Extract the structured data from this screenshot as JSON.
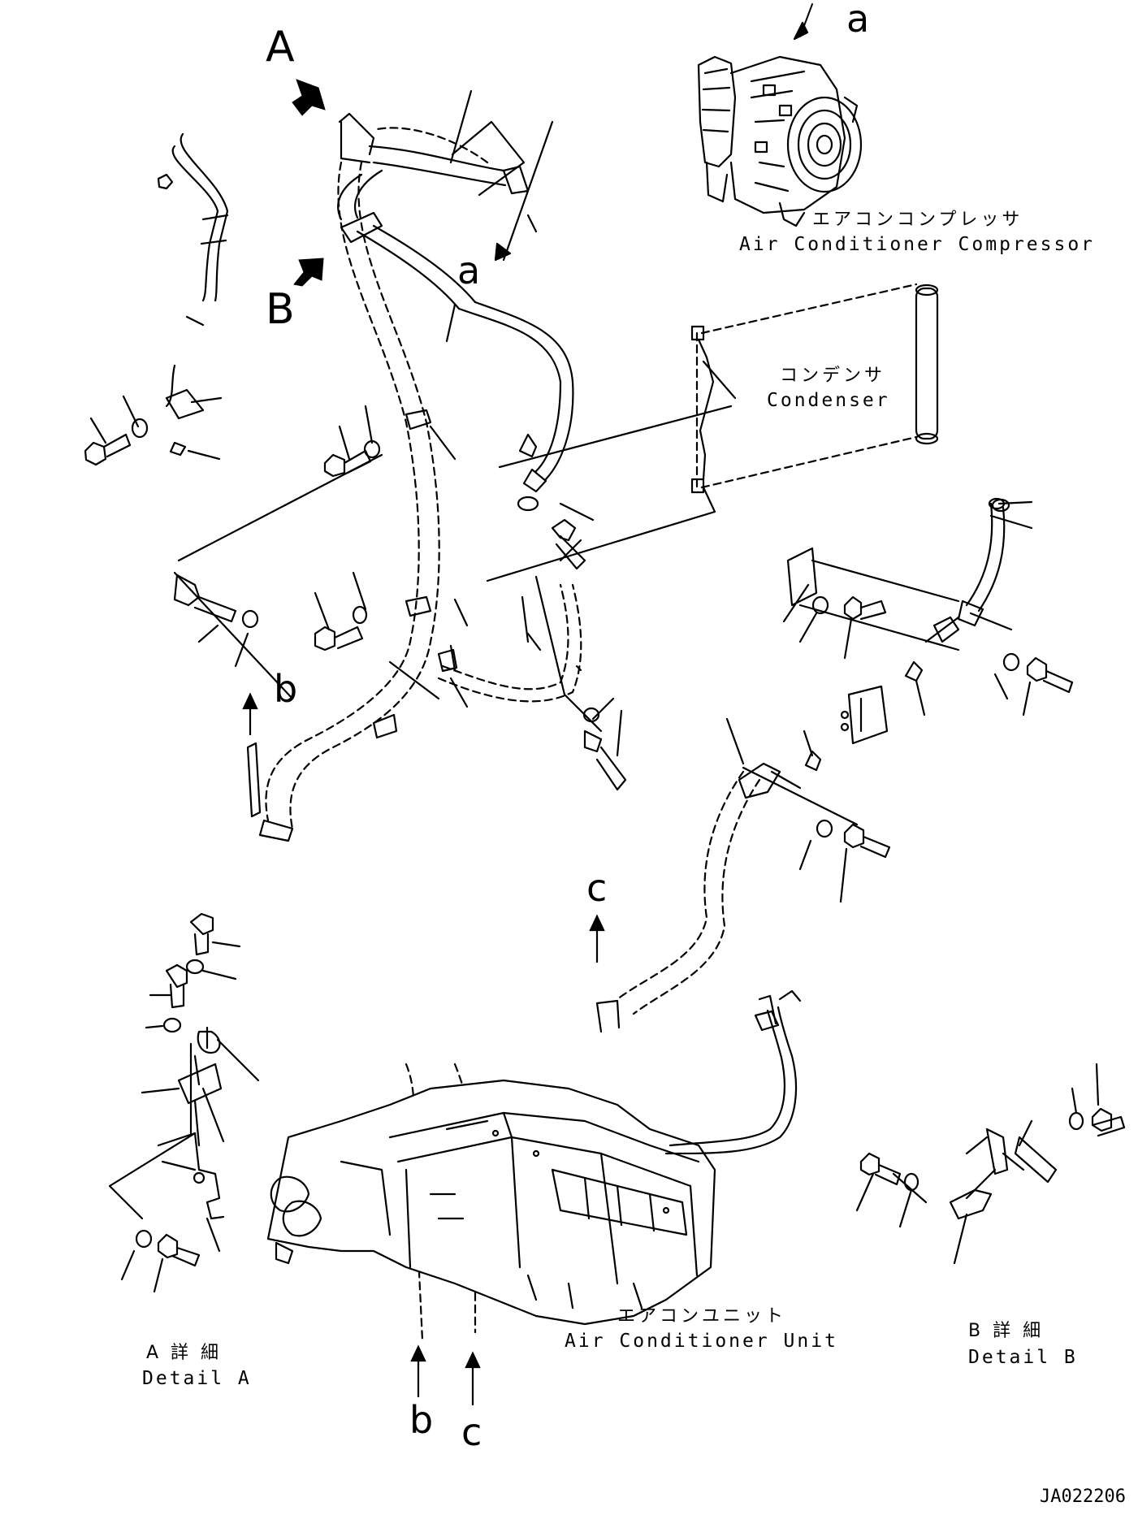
{
  "labels": {
    "detail_a_ref": "A",
    "detail_b_ref": "B",
    "a_top": "a",
    "a_mid": "a",
    "b_left": "b",
    "c_mid": "c",
    "b_bottom": "b",
    "c_bottom": "c"
  },
  "compressor": {
    "jp": "エアコンコンプレッサ",
    "en": "Air Conditioner Compressor"
  },
  "condenser": {
    "jp": "コンデンサ",
    "en": "Condenser"
  },
  "unit": {
    "jp": "エアコンユニット",
    "en": "Air Conditioner Unit"
  },
  "detail_a": {
    "jp": "A 詳 細",
    "en": "Detail A"
  },
  "detail_b": {
    "jp": "B 詳 細",
    "en": "Detail B"
  },
  "drawing_code": "JA022206"
}
